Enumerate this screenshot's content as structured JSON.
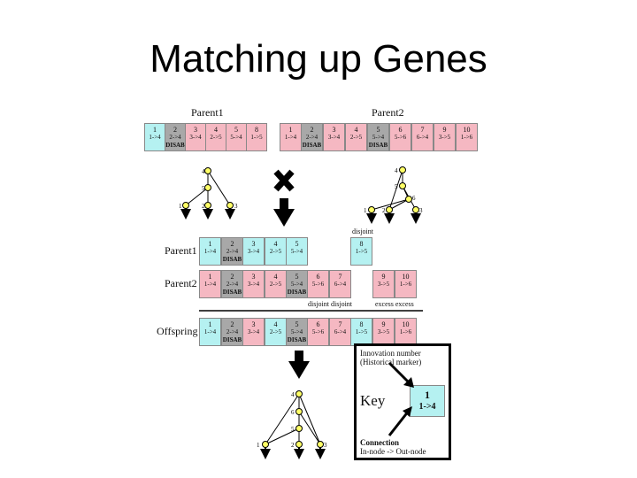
{
  "title": "Matching up Genes",
  "labels": {
    "parent1_top": "Parent1",
    "parent2_top": "Parent2",
    "parent1_row": "Parent1",
    "parent2_row": "Parent2",
    "offspring_row": "Offspring",
    "disjoint": "disjoint",
    "disjoint_pair": "disjoint disjoint",
    "excess_pair": "excess excess"
  },
  "parent1_genes": [
    {
      "num": "1",
      "conn": "1->4",
      "disab": "",
      "color": "cyan"
    },
    {
      "num": "2",
      "conn": "2->4",
      "disab": "DISAB",
      "color": "gray"
    },
    {
      "num": "3",
      "conn": "3->4",
      "disab": "",
      "color": "pink"
    },
    {
      "num": "4",
      "conn": "2->5",
      "disab": "",
      "color": "pink"
    },
    {
      "num": "5",
      "conn": "5->4",
      "disab": "",
      "color": "pink"
    },
    {
      "num": "8",
      "conn": "1->5",
      "disab": "",
      "color": "pink"
    }
  ],
  "parent2_genes": [
    {
      "num": "1",
      "conn": "1->4",
      "disab": "",
      "color": "pink"
    },
    {
      "num": "2",
      "conn": "2->4",
      "disab": "DISAB",
      "color": "gray"
    },
    {
      "num": "3",
      "conn": "3->4",
      "disab": "",
      "color": "pink"
    },
    {
      "num": "4",
      "conn": "2->5",
      "disab": "",
      "color": "pink"
    },
    {
      "num": "5",
      "conn": "5->4",
      "disab": "DISAB",
      "color": "gray"
    },
    {
      "num": "6",
      "conn": "5->6",
      "disab": "",
      "color": "pink"
    },
    {
      "num": "7",
      "conn": "6->4",
      "disab": "",
      "color": "pink"
    },
    {
      "num": "9",
      "conn": "3->5",
      "disab": "",
      "color": "pink"
    },
    {
      "num": "10",
      "conn": "1->6",
      "disab": "",
      "color": "pink"
    }
  ],
  "aligned_parent1": [
    {
      "num": "1",
      "conn": "1->4",
      "disab": "",
      "color": "cyan"
    },
    {
      "num": "2",
      "conn": "2->4",
      "disab": "DISAB",
      "color": "gray"
    },
    {
      "num": "3",
      "conn": "3->4",
      "disab": "",
      "color": "cyan"
    },
    {
      "num": "4",
      "conn": "2->5",
      "disab": "",
      "color": "cyan"
    },
    {
      "num": "5",
      "conn": "5->4",
      "disab": "",
      "color": "cyan"
    },
    {
      "num": "8",
      "conn": "1->5",
      "disab": "",
      "color": "cyan"
    }
  ],
  "aligned_parent2": [
    {
      "num": "1",
      "conn": "1->4",
      "disab": "",
      "color": "pink"
    },
    {
      "num": "2",
      "conn": "2->4",
      "disab": "DISAB",
      "color": "gray"
    },
    {
      "num": "3",
      "conn": "3->4",
      "disab": "",
      "color": "pink"
    },
    {
      "num": "4",
      "conn": "2->5",
      "disab": "",
      "color": "pink"
    },
    {
      "num": "5",
      "conn": "5->4",
      "disab": "DISAB",
      "color": "gray"
    },
    {
      "num": "6",
      "conn": "5->6",
      "disab": "",
      "color": "pink"
    },
    {
      "num": "7",
      "conn": "6->4",
      "disab": "",
      "color": "pink"
    },
    {
      "num": "9",
      "conn": "3->5",
      "disab": "",
      "color": "pink"
    },
    {
      "num": "10",
      "conn": "1->6",
      "disab": "",
      "color": "pink"
    }
  ],
  "offspring_genes": [
    {
      "num": "1",
      "conn": "1->4",
      "disab": "",
      "color": "cyan"
    },
    {
      "num": "2",
      "conn": "2->4",
      "disab": "DISAB",
      "color": "gray"
    },
    {
      "num": "3",
      "conn": "3->4",
      "disab": "",
      "color": "pink"
    },
    {
      "num": "4",
      "conn": "2->5",
      "disab": "",
      "color": "cyan"
    },
    {
      "num": "5",
      "conn": "5->4",
      "disab": "DISAB",
      "color": "gray"
    },
    {
      "num": "6",
      "conn": "5->6",
      "disab": "",
      "color": "pink"
    },
    {
      "num": "7",
      "conn": "6->4",
      "disab": "",
      "color": "pink"
    },
    {
      "num": "8",
      "conn": "1->5",
      "disab": "",
      "color": "cyan"
    },
    {
      "num": "9",
      "conn": "3->5",
      "disab": "",
      "color": "pink"
    },
    {
      "num": "10",
      "conn": "1->6",
      "disab": "",
      "color": "pink"
    }
  ],
  "nodes": {
    "parent1": [
      "4",
      "5",
      "1",
      "2",
      "3"
    ],
    "parent2": [
      "4",
      "5",
      "6",
      "1",
      "2",
      "3"
    ],
    "offspring": [
      "4",
      "6",
      "5",
      "1",
      "2",
      "3"
    ]
  },
  "key": {
    "innovation_label": "Innovation number",
    "historical_label": "(Historical marker)",
    "key_word": "Key",
    "example_num": "1",
    "example_conn": "1->4",
    "connection_label": "Connection",
    "in_out_label": "In-node -> Out-node"
  },
  "colors": {
    "parent1_gene": "#b5f1f1",
    "parent2_gene": "#f5b8c2",
    "disabled_gene": "#a8a8a8",
    "node": "#ffff66"
  }
}
